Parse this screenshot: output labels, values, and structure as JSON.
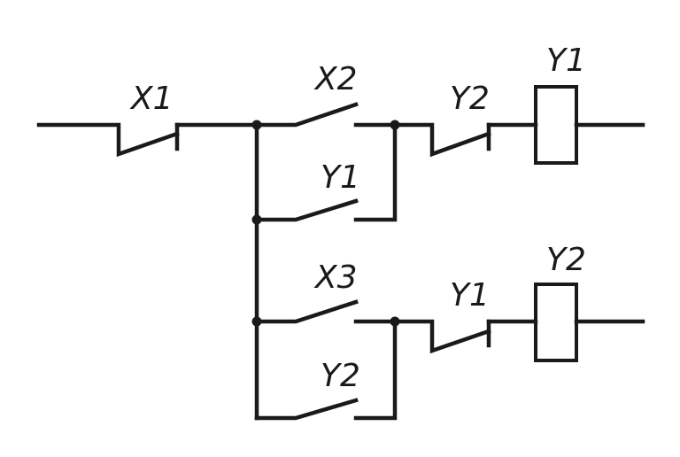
{
  "diagram": {
    "colors": {
      "line": "#1a1a1a",
      "background": "#ffffff"
    },
    "labels": {
      "x1": "X1",
      "x2": "X2",
      "y1_parallel": "Y1",
      "y2_series_top": "Y2",
      "coil_top": "Y1",
      "x3": "X3",
      "y2_parallel": "Y2",
      "y1_series_bottom": "Y1",
      "coil_bottom": "Y2"
    }
  }
}
